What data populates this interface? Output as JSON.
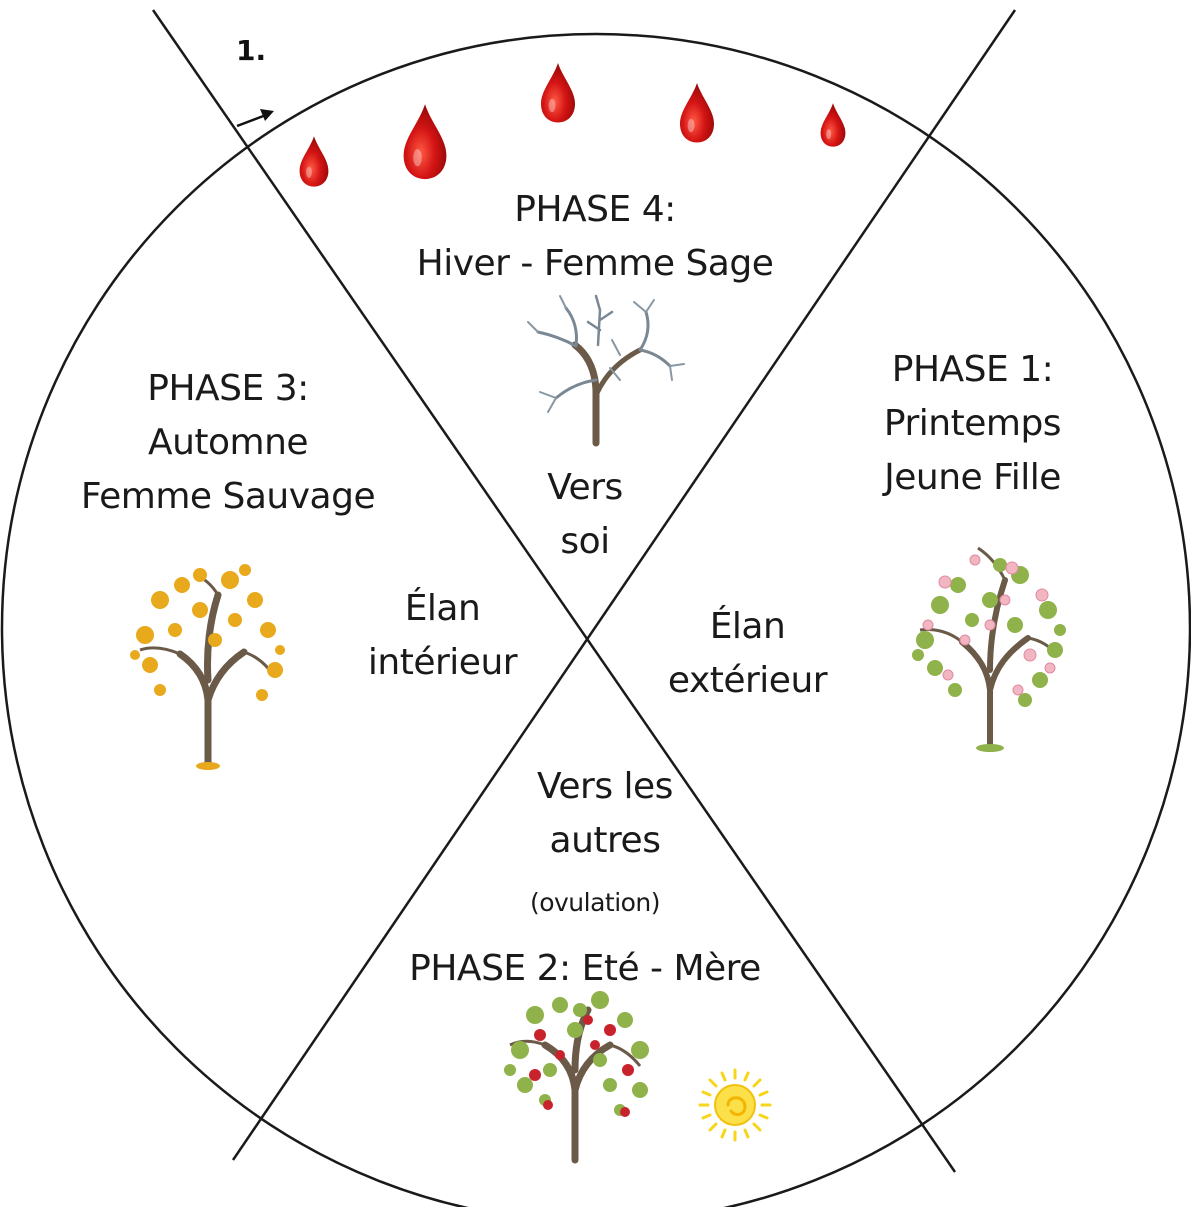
{
  "step_marker": "1.",
  "phases": {
    "phase4": {
      "title": "PHASE 4:",
      "subtitle": "Hiver - Femme Sage"
    },
    "phase1": {
      "title": "PHASE 1:",
      "line2": "Printemps",
      "line3": "Jeune Fille"
    },
    "phase3": {
      "title": "PHASE 3:",
      "line2": "Automne",
      "line3": "Femme Sauvage"
    },
    "phase2": {
      "title": "PHASE 2: Eté - Mère"
    }
  },
  "directions": {
    "top": {
      "line1": "Vers",
      "line2": "soi"
    },
    "bottom": {
      "line1": "Vers les",
      "line2": "autres",
      "note": "(ovulation)"
    },
    "left": {
      "line1": "Élan",
      "line2": "intérieur"
    },
    "right": {
      "line1": "Élan",
      "line2": "extérieur"
    }
  },
  "colors": {
    "line": "#1a1a1a",
    "blood": "#d41414",
    "trunk": "#6b5a48",
    "leaf_green": "#8fb24a",
    "blossom_pink": "#f2b6c3",
    "autumn_yellow": "#e8a91c",
    "apple_red": "#c8232c",
    "sun_yellow": "#f7d51a"
  },
  "icons": [
    "blood-drop-icon",
    "bare-tree-icon",
    "blossom-tree-icon",
    "autumn-tree-icon",
    "apple-tree-icon",
    "sun-icon",
    "arrow-icon"
  ]
}
